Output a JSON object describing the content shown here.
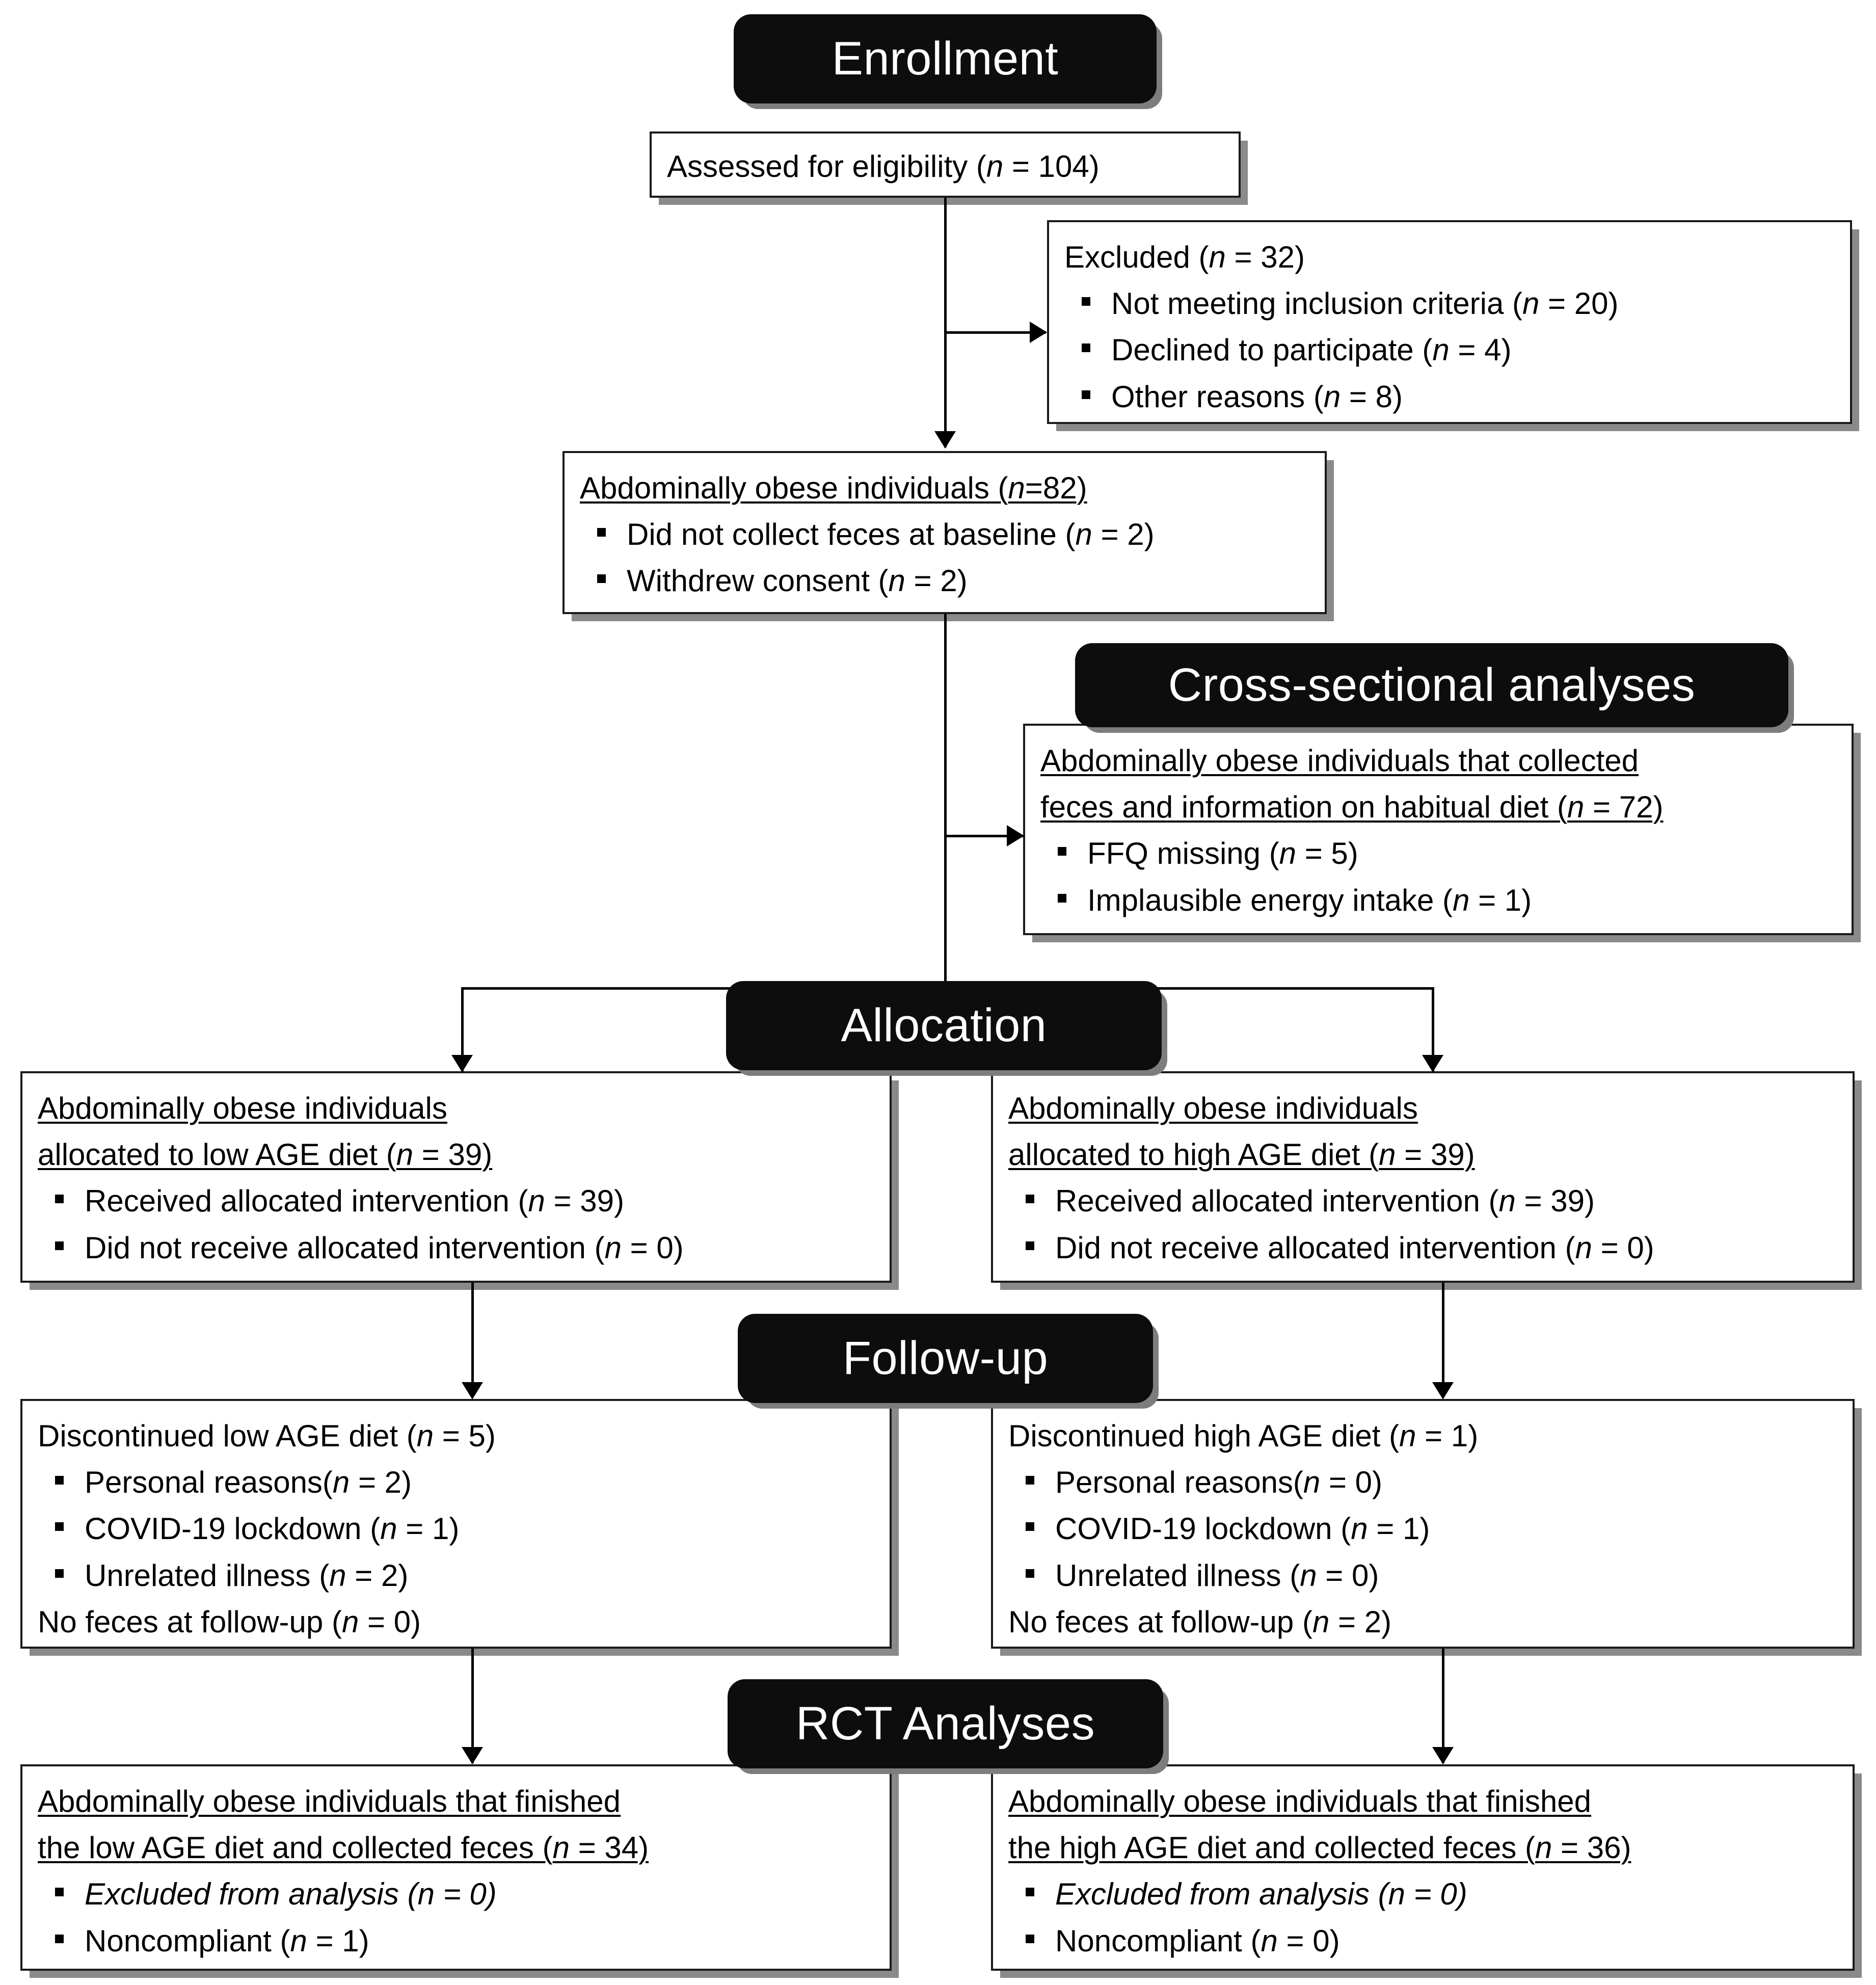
{
  "diagram": {
    "title": "CONSORT participant flow diagram",
    "accent_black": "#0d0d0d",
    "shadow_gray": "#8a8a8a",
    "bullet_glyph": "black-square"
  },
  "stages": {
    "enrollment": "Enrollment",
    "cross_sectional": "Cross-sectional analyses",
    "allocation": "Allocation",
    "follow_up": "Follow-up",
    "rct_analyses": "RCT Analyses"
  },
  "boxes": {
    "assessed": {
      "heading": "Assessed for eligibility (n = 104)"
    },
    "excluded": {
      "heading": "Excluded (n = 32)",
      "items": [
        "Not meeting inclusion criteria (n = 20)",
        "Declined to participate (n = 4)",
        "Other reasons (n = 8)"
      ]
    },
    "abdominally_obese": {
      "heading": "Abdominally obese individuals (n=82)",
      "items": [
        "Did not collect feces at baseline (n = 2)",
        "Withdrew consent (n = 2)"
      ]
    },
    "cross_sectional_box": {
      "heading_line1": "Abdominally obese individuals that collected",
      "heading_line2": "feces and information on habitual diet (n = 72)",
      "items": [
        "FFQ missing (n = 5)",
        "Implausible energy intake (n = 1)"
      ]
    },
    "alloc_low": {
      "heading_line1": "Abdominally obese individuals",
      "heading_line2": "allocated to low AGE diet (n = 39)",
      "items": [
        "Received allocated intervention (n = 39)",
        "Did not receive allocated intervention (n = 0)"
      ]
    },
    "alloc_high": {
      "heading_line1": "Abdominally obese individuals",
      "heading_line2": "allocated to high AGE diet (n = 39)",
      "items": [
        "Received allocated intervention (n = 39)",
        "Did not receive allocated intervention (n = 0)"
      ]
    },
    "follow_low": {
      "heading": "Discontinued low AGE diet (n = 5)",
      "items": [
        "Personal reasons(n = 2)",
        "COVID-19 lockdown (n = 1)",
        "Unrelated illness (n = 2)"
      ],
      "footer": "No feces at follow-up (n = 0)"
    },
    "follow_high": {
      "heading": "Discontinued high AGE diet (n = 1)",
      "items": [
        "Personal reasons(n = 0)",
        "COVID-19 lockdown (n = 1)",
        "Unrelated illness (n = 0)"
      ],
      "footer": "No feces at follow-up (n = 2)"
    },
    "rct_low": {
      "heading_line1": "Abdominally obese individuals that finished",
      "heading_line2": "the low AGE diet and collected feces (n = 34)",
      "items": [
        "Excluded from analysis (n = 0)",
        "Noncompliant (n = 1)"
      ]
    },
    "rct_high": {
      "heading_line1": "Abdominally obese individuals that finished",
      "heading_line2": "the high AGE diet and collected feces (n = 36)",
      "items": [
        "Excluded from analysis (n = 0)",
        "Noncompliant (n = 0)"
      ]
    }
  }
}
